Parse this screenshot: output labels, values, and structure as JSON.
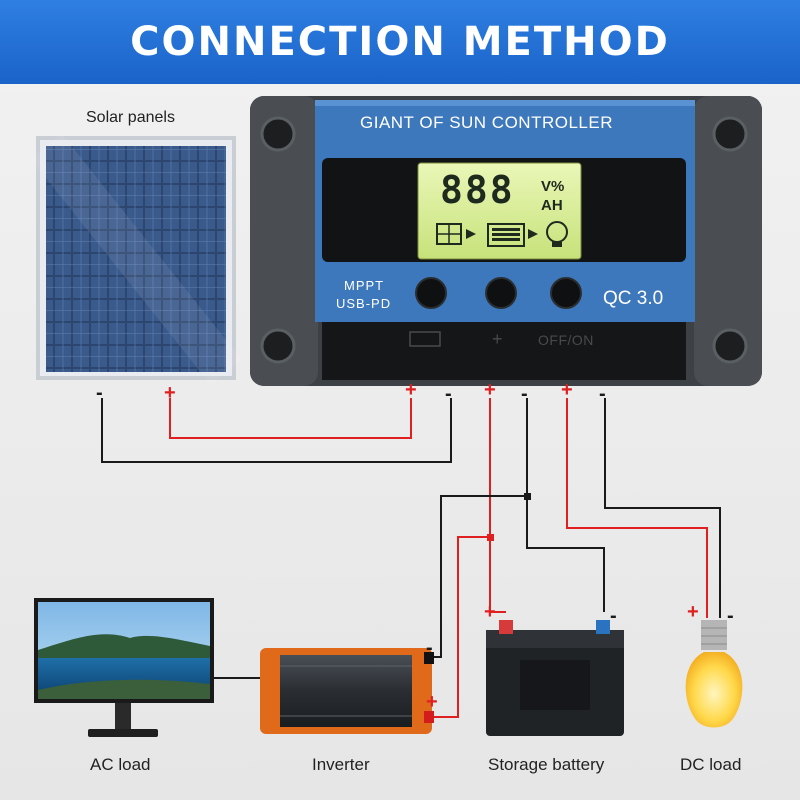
{
  "banner": {
    "title": "CONNECTION METHOD"
  },
  "labels": {
    "solar": "Solar panels",
    "ac_load": "AC load",
    "inverter": "Inverter",
    "battery": "Storage battery",
    "dc_load": "DC load"
  },
  "controller": {
    "title": "GIANT OF SUN CONTROLLER",
    "lcd_digits": "888",
    "lcd_unit_top": "V%",
    "lcd_unit_bottom": "AH",
    "mode_line1": "MPPT",
    "mode_line2": "USB-PD",
    "qc_label": "QC 3.0",
    "plus_label": "+",
    "switch_label": "OFF/ON"
  },
  "polarity": {
    "positive": "+",
    "negative": "-"
  },
  "colors": {
    "banner": "#1f6fd8",
    "controller_blue": "#3e78bc",
    "positive_wire": "#e02020",
    "negative_wire": "#1a1a1a"
  }
}
